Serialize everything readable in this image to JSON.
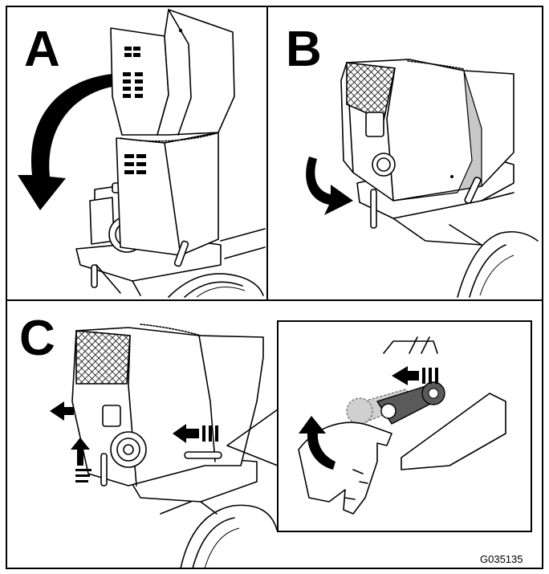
{
  "figure": {
    "panels": [
      {
        "letter": "A"
      },
      {
        "letter": "B"
      },
      {
        "letter": "C"
      }
    ],
    "figure_id": "G035135"
  }
}
